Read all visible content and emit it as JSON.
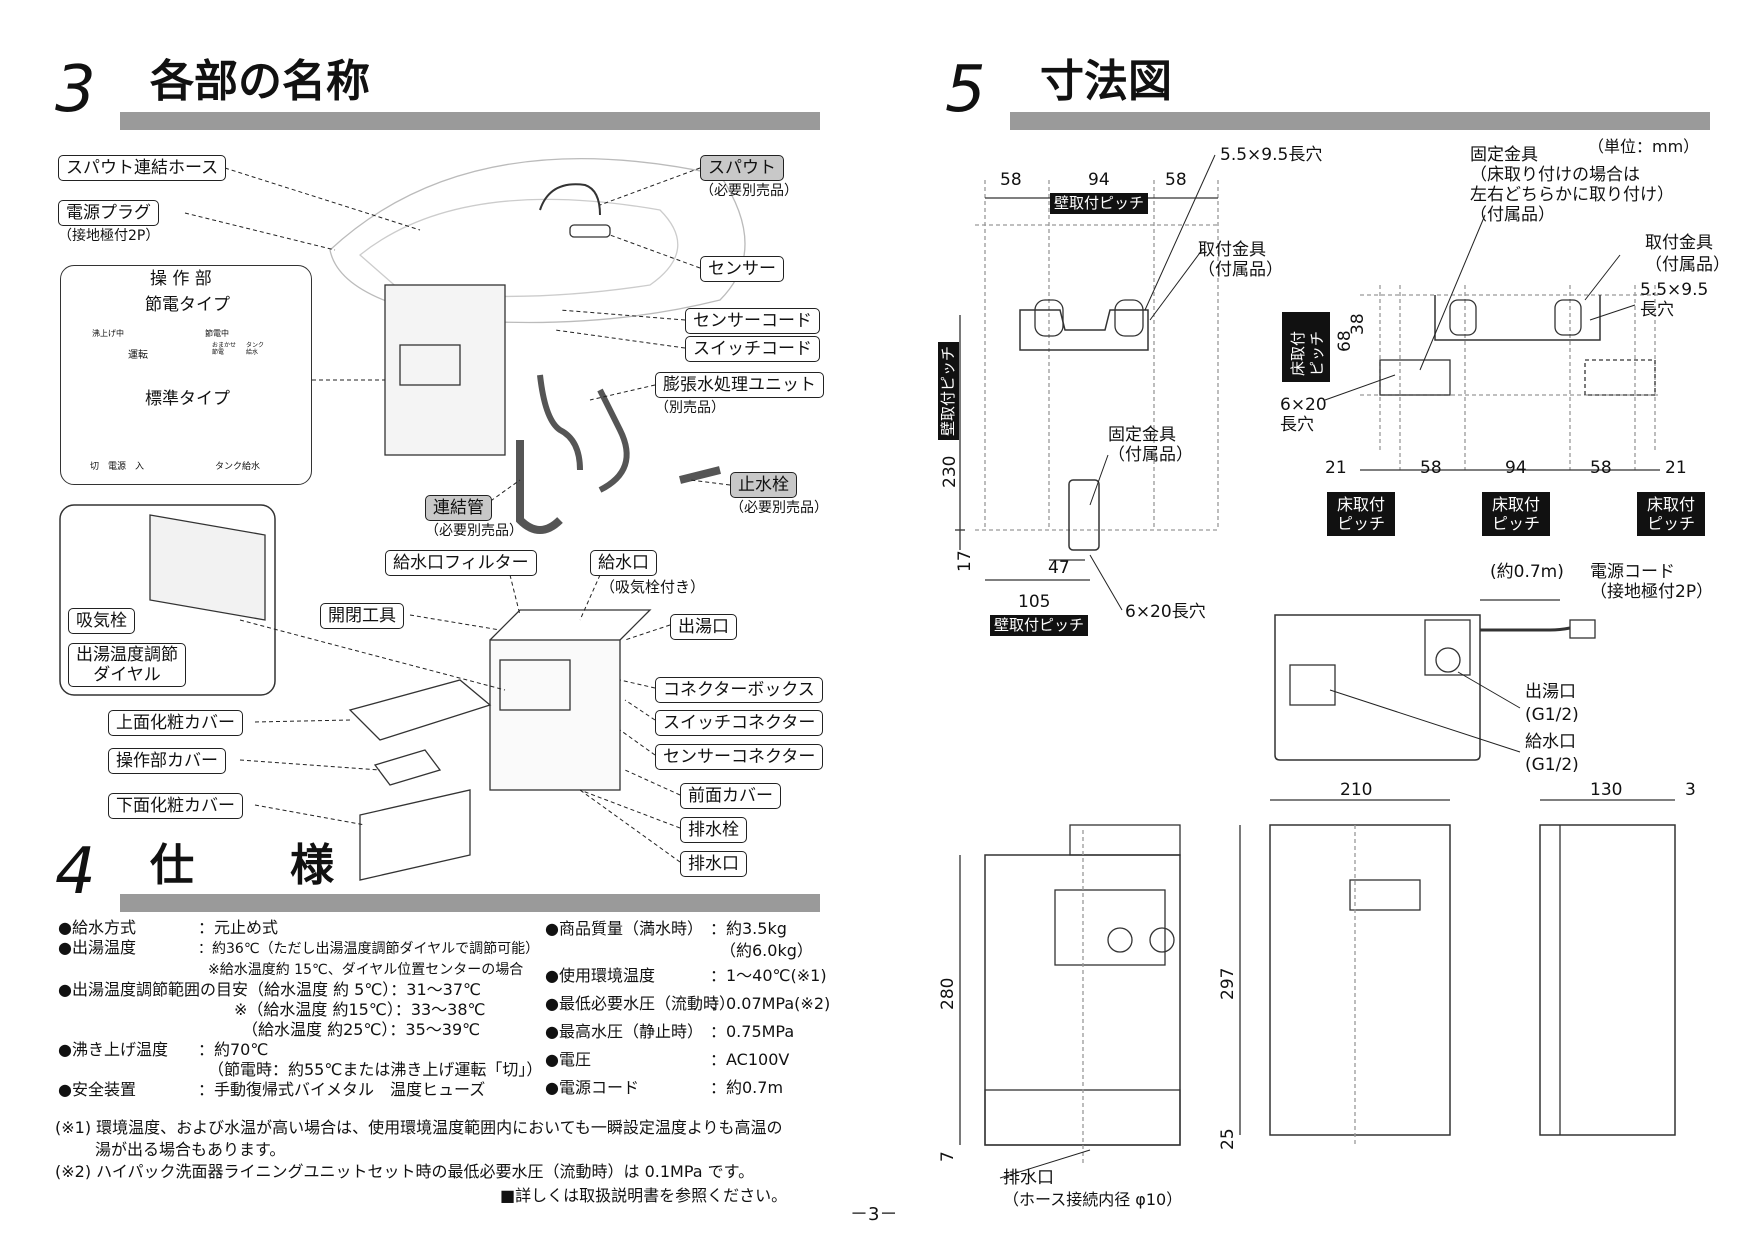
{
  "section3": {
    "num": "3",
    "title": "各部の名称"
  },
  "section4": {
    "num": "4",
    "title_a": "仕",
    "title_b": "様"
  },
  "section5": {
    "num": "5",
    "title": "寸法図",
    "unit": "（単位：mm）"
  },
  "parts": {
    "spout_hose": "スパウト連結ホース",
    "power_plug": "電源プラグ",
    "power_plug_note": "（接地極付2P）",
    "spout": "スパウト",
    "spout_note": "（必要別売品）",
    "sensor": "センサー",
    "sensor_cord": "センサーコード",
    "switch_cord": "スイッチコード",
    "expansion_unit": "膨張水処理ユニット",
    "expansion_note": "（別売品）",
    "stop_valve": "止水栓",
    "stop_valve_note": "（必要別売品）",
    "connect_pipe": "連結管",
    "connect_pipe_note": "（必要別売品）",
    "water_filter": "給水口フィルター",
    "water_inlet": "給水口",
    "water_inlet_note": "（吸気栓付き）",
    "open_tool": "開閉工具",
    "hot_outlet": "出湯口",
    "intake_plug": "吸気栓",
    "temp_dial_a": "出湯温度調節",
    "temp_dial_b": "ダイヤル",
    "connector_box": "コネクターボックス",
    "top_cover": "上面化粧カバー",
    "switch_connector": "スイッチコネクター",
    "op_cover": "操作部カバー",
    "sensor_connector": "センサーコネクター",
    "front_cover": "前面カバー",
    "bottom_cover": "下面化粧カバー",
    "drain_plug": "排水栓",
    "drain_outlet": "排水口"
  },
  "op_panel": {
    "title": "操 作 部",
    "eco_type": "節電タイプ",
    "std_type": "標準タイプ",
    "eco_labels": [
      "沸上げ中",
      "節電中",
      "運転",
      "おまかせ節電",
      "タンク給水"
    ],
    "std_labels": [
      "切　電源　入",
      "タンク給水"
    ]
  },
  "specs_left": [
    {
      "k": "●給水方式",
      "v": "：元止め式"
    },
    {
      "k": "●出湯温度",
      "v": "：約36℃（ただし出湯温度調節ダイヤルで調節可能）"
    },
    {
      "k": "",
      "v": "※給水温度約 15℃、ダイヤル位置センターの場合"
    },
    {
      "k": "●出湯温度調節範囲の目安（給水温度 約  5℃）：31～37℃",
      "v": ""
    },
    {
      "k": "　　　　　　　　　　　※（給水温度 約15℃）：33～38℃",
      "v": ""
    },
    {
      "k": "　　　　　　　　　　　　（給水温度 約25℃）：35～39℃",
      "v": ""
    },
    {
      "k": "●沸き上げ温度",
      "v": "：約70℃"
    },
    {
      "k": "",
      "v": "（節電時：約55℃または沸き上げ運転「切」）"
    },
    {
      "k": "●安全装置",
      "v": "：手動復帰式バイメタル　温度ヒューズ"
    }
  ],
  "specs_right": [
    {
      "k": "●商品質量（満水時）",
      "v": "：約3.5kg"
    },
    {
      "k": "",
      "v": "（約6.0kg）"
    },
    {
      "k": "●使用環境温度",
      "v": "：1～40℃(※1)"
    },
    {
      "k": "●最低必要水圧（流動時）",
      "v": "：0.07MPa(※2)"
    },
    {
      "k": "●最高水圧（静止時）",
      "v": "：0.75MPa"
    },
    {
      "k": "●電圧",
      "v": "：AC100V"
    },
    {
      "k": "●電源コード",
      "v": "：約0.7m"
    }
  ],
  "notes": {
    "n1a": "(※1) 環境温度、および水温が高い場合は、使用環境温度範囲内においても一瞬設定温度よりも高温の",
    "n1b": "湯が出る場合もあります。",
    "n2": "(※2) ハイパック洗面器ライニングユニットセット時の最低必要水圧（流動時）は 0.1MPa です。",
    "ref": "■詳しくは取扱説明書を参照ください。"
  },
  "page_number": "－3－",
  "dims": {
    "d58a": "58",
    "d94a": "94",
    "d58b": "58",
    "hole1": "5.5×9.5長穴",
    "wall_pitch": "壁取付ピッチ",
    "bracket": "取付金具",
    "included": "（付属品）",
    "d230": "230",
    "fix_bracket": "固定金具",
    "d17": "17",
    "d47": "47",
    "d105": "105",
    "hole2": "6×20長穴",
    "fix_note_a": "固定金具",
    "fix_note_b": "（床取り付けの場合は",
    "fix_note_c": "左右どちらかに取り付け）",
    "fix_note_d": "（付属品）",
    "bracket2": "取付金具",
    "included2": "（付属品）",
    "hole3a": "5.5×9.5",
    "hole3b": "長穴",
    "floor_pitch_a": "床取付",
    "floor_pitch_b": "ピッチ",
    "d38": "38",
    "d68": "68",
    "hole4a": "6×20",
    "hole4b": "長穴",
    "b21a": "21",
    "b58a": "58",
    "b94": "94",
    "b58b": "58",
    "b21b": "21",
    "cord_len": "(約0.7m)",
    "cord": "電源コード",
    "cord_note": "（接地極付2P）",
    "out": "出湯口",
    "out_size": "(G1/2)",
    "in": "給水口",
    "in_size": "(G1/2)",
    "w210": "210",
    "w130": "130",
    "w3": "3",
    "h280": "280",
    "h297": "297",
    "h7": "7",
    "h25": "25",
    "drain": "排水口",
    "drain_note": "（ホース接続内径 φ10）"
  },
  "colors": {
    "bar": "#9a9a9a",
    "gray_label": "#c8c8c8",
    "black_tag": "#111111"
  }
}
